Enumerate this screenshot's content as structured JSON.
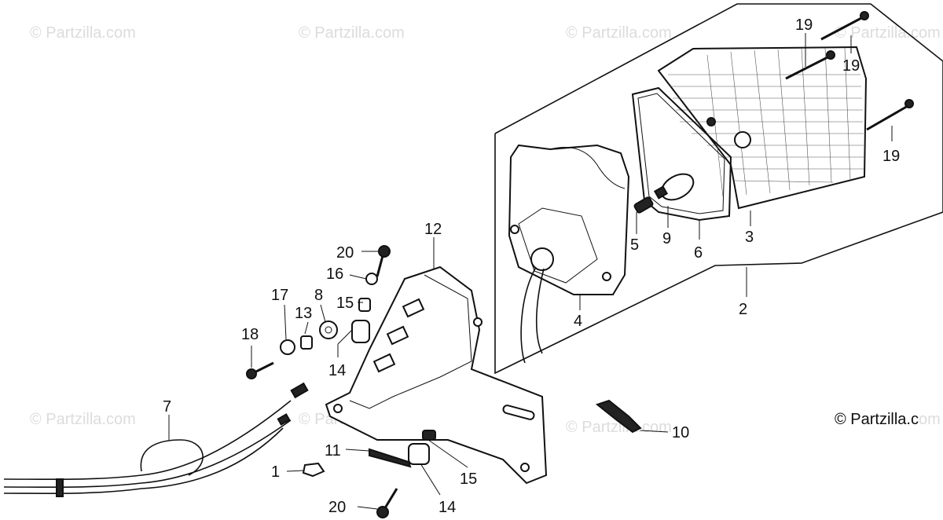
{
  "watermarks": [
    "© Partzilla.com",
    "© Partzilla.com",
    "© Partzilla.com",
    "© Partzilla.com",
    "© Partzilla.com",
    "© Partzilla.com",
    "© Partzilla.com",
    "© Partzilla.com"
  ],
  "copyright": "© Partzilla.c",
  "callouts": {
    "c1": "1",
    "c2": "2",
    "c3": "3",
    "c4": "4",
    "c5": "5",
    "c6": "6",
    "c7": "7",
    "c8": "8",
    "c9": "9",
    "c10": "10",
    "c11": "11",
    "c12": "12",
    "c13": "13",
    "c14a": "14",
    "c14b": "14",
    "c15a": "15",
    "c15b": "15",
    "c16": "16",
    "c17": "17",
    "c18": "18",
    "c19a": "19",
    "c19b": "19",
    "c19c": "19",
    "c20a": "20",
    "c20b": "20"
  }
}
